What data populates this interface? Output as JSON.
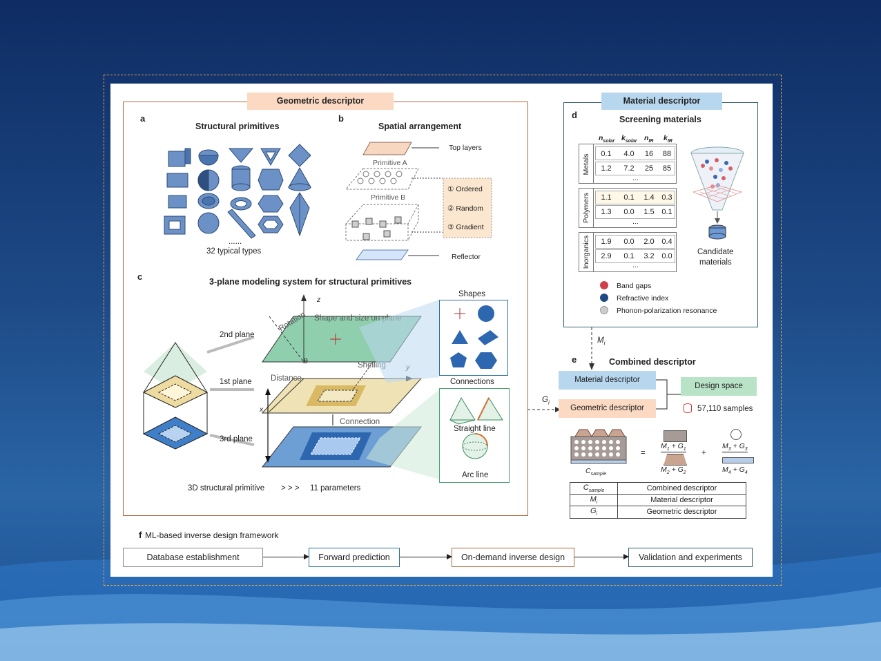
{
  "geometric": {
    "tag": "Geometric descriptor",
    "a": {
      "letter": "a",
      "title": "Structural primitives",
      "dots": "......",
      "caption": "32 typical types"
    },
    "b": {
      "letter": "b",
      "title": "Spatial arrangement",
      "top_layers": "Top layers",
      "primitive_a": "Primitive A",
      "primitive_b": "Primitive B",
      "ordered": "① Ordered",
      "random": "② Random",
      "gradient": "③ Gradient",
      "reflector": "Reflector"
    },
    "c": {
      "letter": "c",
      "title": "3-plane modeling system for structural primitives",
      "plane2": "2nd plane",
      "plane1": "1st plane",
      "plane3": "3rd plane",
      "z": "z",
      "y": "y",
      "x": "x",
      "theta": "θ",
      "rotation": "Rotation",
      "shape_size": "Shape and size on plane",
      "shelling": "Shelling",
      "distance": "Distance",
      "connection": "Connection",
      "shapes_title": "Shapes",
      "connections_title": "Connections",
      "straight_line": "Straight line",
      "arc_line": "Arc line",
      "footer_left": "3D structural primitive",
      "footer_arrows": "> > >",
      "footer_right": "11 parameters"
    }
  },
  "material": {
    "tag": "Material descriptor",
    "d": {
      "letter": "d",
      "title": "Screening materials",
      "headers": [
        {
          "base": "n",
          "sub": "solar"
        },
        {
          "base": "k",
          "sub": "solar"
        },
        {
          "base": "n",
          "sub": "IR"
        },
        {
          "base": "k",
          "sub": "IR"
        }
      ],
      "groups": [
        {
          "name": "Metals",
          "rows": [
            [
              "0.1",
              "4.0",
              "16",
              "88"
            ],
            [
              "1.2",
              "7.2",
              "25",
              "85"
            ]
          ]
        },
        {
          "name": "Polymers",
          "rows": [
            [
              "1.1",
              "0.1",
              "1.4",
              "0.3"
            ],
            [
              "1.3",
              "0.0",
              "1.5",
              "0.1"
            ]
          ]
        },
        {
          "name": "Inorganics",
          "rows": [
            [
              "1.9",
              "0.0",
              "2.0",
              "0.4"
            ],
            [
              "2.9",
              "0.1",
              "3.2",
              "0.0"
            ]
          ]
        }
      ],
      "ellipsis": "...",
      "candidate": [
        "Candidate",
        "materials"
      ],
      "legend": [
        "Band gaps",
        "Refractive index",
        "Phonon-polarization resonance"
      ]
    }
  },
  "e": {
    "letter": "e",
    "title": "Combined descriptor",
    "mi": "M",
    "mi_sub": "i",
    "gi": "G",
    "gi_sub": "i",
    "material_box": "Material descriptor",
    "geometric_box": "Geometric descriptor",
    "design_space": "Design space",
    "samples": "57,110 samples",
    "c_sample": "C",
    "c_sample_sub": "sample",
    "eq": "=",
    "plus": "+",
    "terms": [
      {
        "m": "M",
        "ms": "1",
        "g": "G",
        "gs": "1"
      },
      {
        "m": "M",
        "ms": "2",
        "g": "G",
        "gs": "2"
      },
      {
        "m": "M",
        "ms": "3",
        "g": "G",
        "gs": "3"
      },
      {
        "m": "M",
        "ms": "4",
        "g": "G",
        "gs": "4"
      }
    ],
    "table": [
      {
        "sym": "C",
        "sub": "sample",
        "desc": "Combined descriptor"
      },
      {
        "sym": "M",
        "sub": "i",
        "desc": "Material descriptor"
      },
      {
        "sym": "G",
        "sub": "i",
        "desc": "Geometric descriptor"
      }
    ]
  },
  "f": {
    "letter": "f",
    "title": "ML-based inverse design framework",
    "steps": [
      "Database establishment",
      "Forward prediction",
      "On-demand inverse design",
      "Validation and experiments"
    ]
  },
  "colors": {
    "geo_tag": "#fbd9c2",
    "mat_tag": "#b7d7ef",
    "geo_frame": "#b0653a",
    "mat_frame": "#2f5f6a",
    "shape_blue": "#5f88bf",
    "plane_green": "#8fcfae",
    "plane_yellow": "#efe2b5",
    "plane_blue": "#6e9fd4"
  }
}
